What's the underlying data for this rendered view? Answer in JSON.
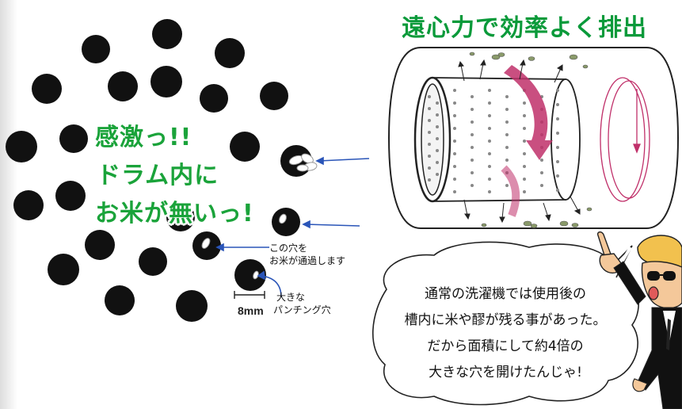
{
  "left": {
    "headline_lines": [
      "感激っ!!",
      "ドラム内に",
      "お米が無いっ!"
    ],
    "hole_caption_lines": [
      "この穴を",
      "お米が通過します"
    ],
    "scale_label": "8mm",
    "punch_caption_lines": [
      "大きな",
      "パンチング穴"
    ]
  },
  "right": {
    "title": "遠心力で効率よく排出",
    "speech_lines": [
      "通常の洗濯機では使用後の",
      "槽内に米や醪が残る事があった。",
      "だから面積にして約4倍の",
      "大きな穴を開けたんじゃ!"
    ]
  },
  "colors": {
    "headline_green": "#1aa33a",
    "title_green": "#0a9a3a",
    "arrow_blue": "#2a55b8",
    "drum_pink": "#c0306a"
  }
}
